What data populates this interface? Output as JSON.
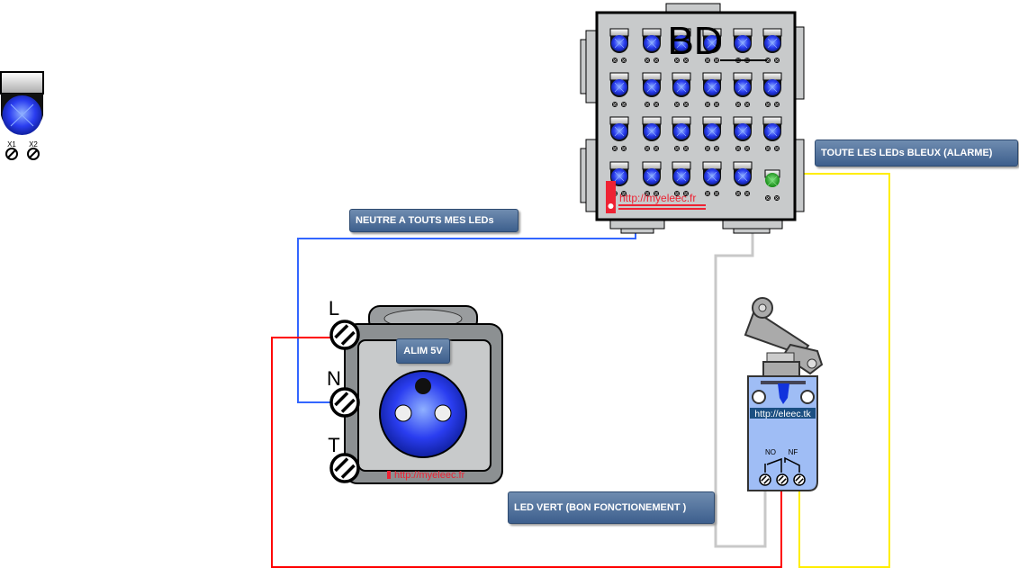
{
  "diagram": {
    "box_title": "BD",
    "box_url": "http://myeleec.fr",
    "socket_url": "http://myeleec.fr",
    "switch_url": "http://eleec.tk",
    "switch_no": "NO",
    "switch_nf": "NF",
    "terminal_l": "L",
    "terminal_n": "N",
    "terminal_t": "T",
    "led_x1": "X1",
    "led_x2": "X2",
    "led_grid": {
      "rows": 4,
      "cols": 6,
      "blue_count": 23,
      "green_count": 1
    }
  },
  "labels": {
    "neutral": "NEUTRE A TOUTS MES LEDs",
    "alarm": "TOUTE LES LEDs BLEUX (ALARME)",
    "power": "ALIM 5V",
    "green_led": "LED VERT (BON FONCTIONEMENT )"
  },
  "colors": {
    "live": "#ff0000",
    "neutral": "#3366ff",
    "alarm": "#ffee00",
    "common": "#c8c8c8",
    "led_blue": "#2233ee",
    "led_green": "#22aa22",
    "box": "#c8cacb"
  }
}
